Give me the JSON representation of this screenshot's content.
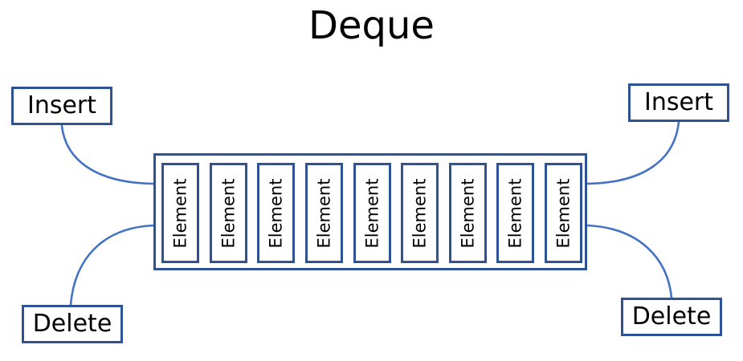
{
  "diagram": {
    "title": "Deque",
    "colors": {
      "box_border": "#2E5395",
      "connector_line": "#4472C4",
      "background": "#FFFFFF",
      "text": "#000000"
    },
    "labels": {
      "insert_left": "Insert",
      "delete_left": "Delete",
      "insert_right": "Insert",
      "delete_right": "Delete"
    },
    "container": {
      "name": "deque",
      "element_label": "Element",
      "element_count": 9,
      "elements": [
        {
          "label": "Element"
        },
        {
          "label": "Element"
        },
        {
          "label": "Element"
        },
        {
          "label": "Element"
        },
        {
          "label": "Element"
        },
        {
          "label": "Element"
        },
        {
          "label": "Element"
        },
        {
          "label": "Element"
        },
        {
          "label": "Element"
        }
      ]
    },
    "connectors": [
      {
        "name": "insert-left-to-deque",
        "from": "insert_left",
        "to": "deque_front"
      },
      {
        "name": "delete-left-to-deque",
        "from": "delete_left",
        "to": "deque_front"
      },
      {
        "name": "insert-right-to-deque",
        "from": "insert_right",
        "to": "deque_rear"
      },
      {
        "name": "delete-right-to-deque",
        "from": "delete_right",
        "to": "deque_rear"
      }
    ]
  }
}
